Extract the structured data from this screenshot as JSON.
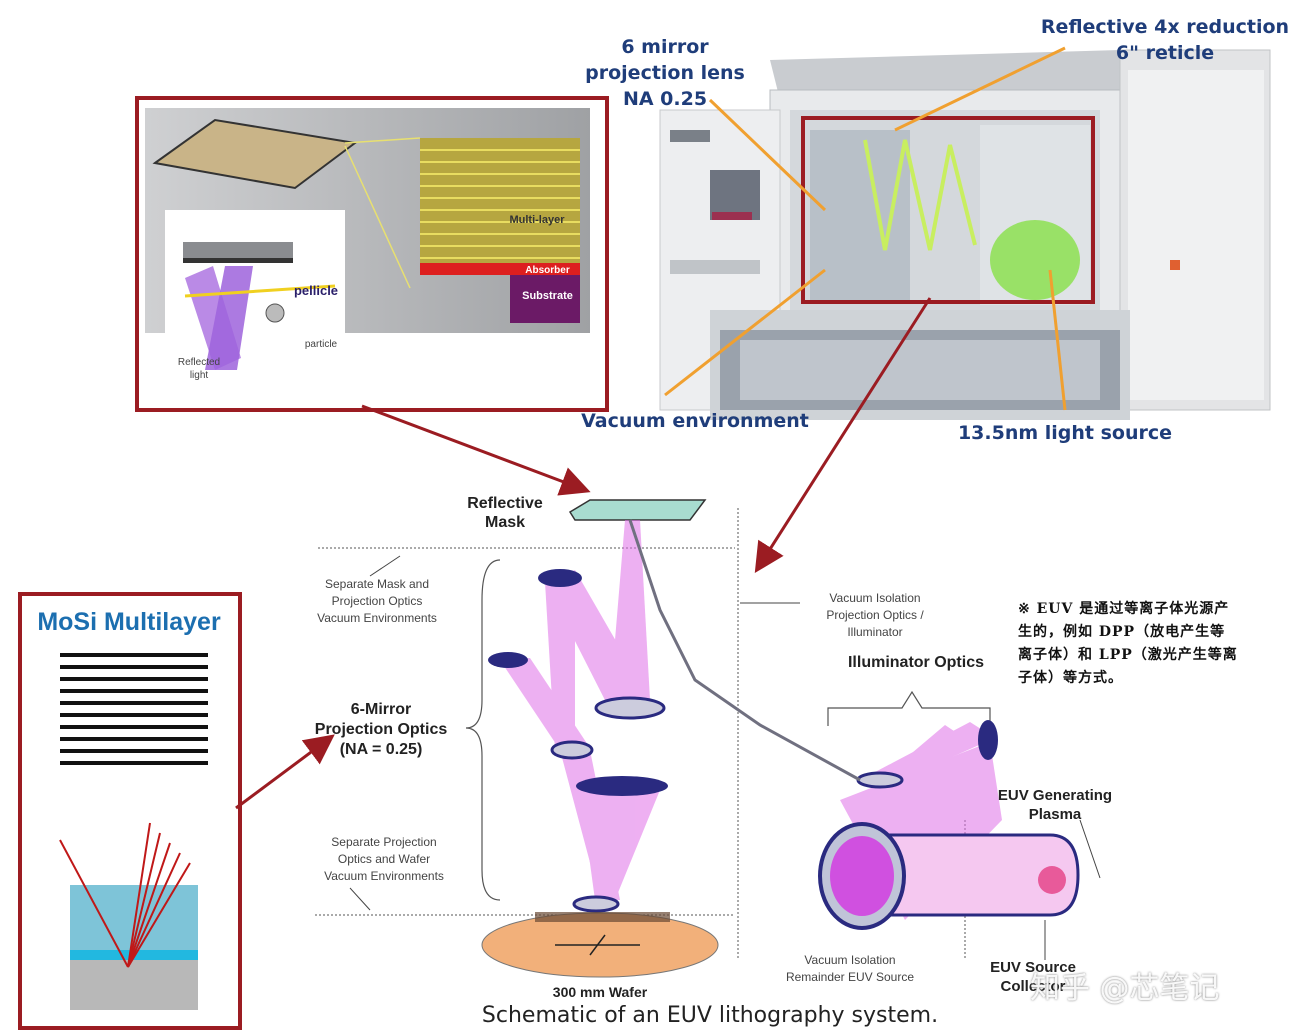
{
  "machine_labels": {
    "mirror_lens": "6 mirror\nprojection lens\nNA 0.25",
    "reticle": "Reflective 4x reduction\n6\" reticle",
    "vacuum": "Vacuum environment",
    "light_source": "13.5nm light source"
  },
  "inset_labels": {
    "multilayer": "Multi-layer",
    "substrate": "Substrate",
    "absorber": "Absorber",
    "pellicle": "pellicle",
    "particle": "particle",
    "reflected": "Reflected\nlight"
  },
  "schematic_labels": {
    "reflective_mask": "Reflective\nMask",
    "separate_mask": "Separate Mask and\nProjection Optics\nVacuum Environments",
    "six_mirror": "6-Mirror\nProjection Optics\n(NA = 0.25)",
    "separate_wafer": "Separate Projection\nOptics and Wafer\nVacuum Environments",
    "wafer": "300 mm Wafer",
    "vacuum_isolation": "Vacuum Isolation\nProjection Optics /\nIlluminator",
    "illuminator": "Illuminator Optics",
    "plasma": "EUV Generating\nPlasma",
    "collector": "EUV Source\nCollector",
    "vacuum_source": "Vacuum Isolation\nRemainder EUV Source"
  },
  "mosi": {
    "title": "MoSi Multilayer"
  },
  "note": "※ EUV 是通过等离子体光源产生的，例如 DPP（放电产生等离子体）和 LPP（激光产生等离子体）等方式。",
  "caption": "Schematic of an EUV lithography system.",
  "watermark": "知乎 @芯笔记",
  "colors": {
    "frame": "#9b1c22",
    "pointer": "#f0a030",
    "beam": "#e070e8",
    "mirror": "#2a2a80",
    "wafer": "#f2b07a"
  }
}
